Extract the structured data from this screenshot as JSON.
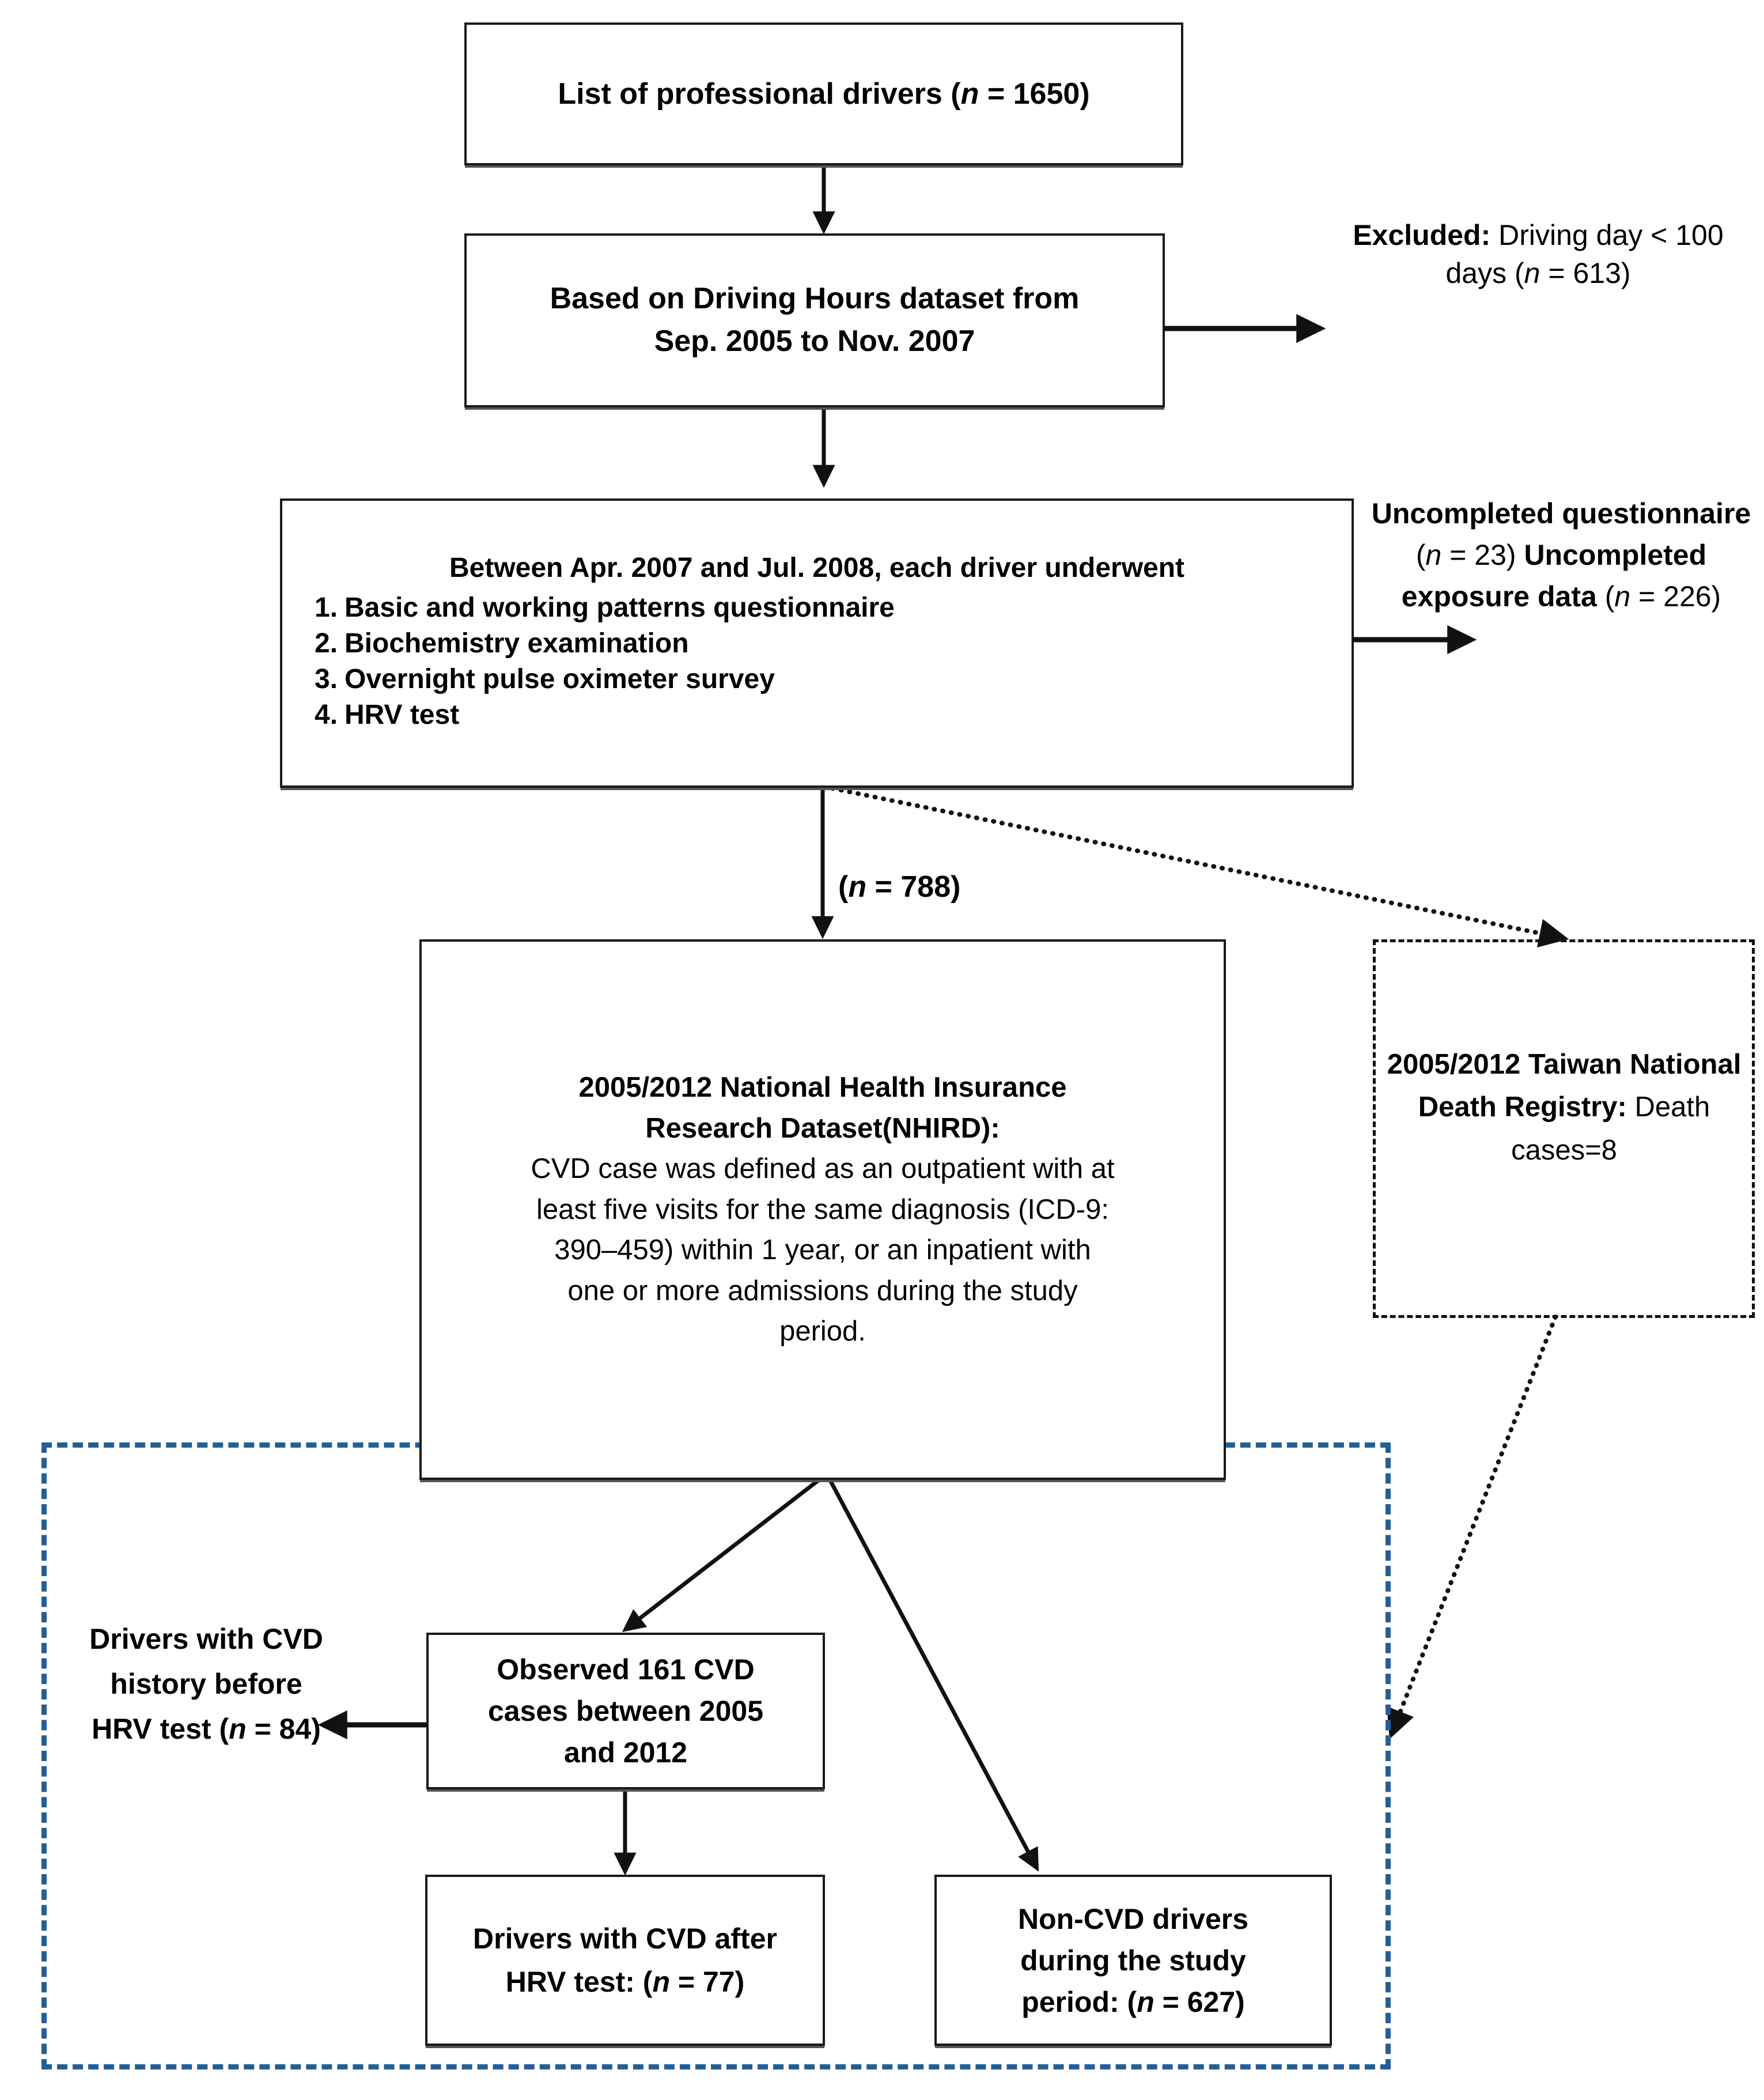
{
  "figure": {
    "type": "study-flow-diagram",
    "accent_blue": "#1f6099",
    "line_color": "#111111"
  },
  "nodes": {
    "drivers_list": {
      "text": "List of professional drivers (n = 1650)",
      "pre": "List of professional drivers (",
      "ital": "n",
      "post": " = 1650)"
    },
    "driving_hours": {
      "line1": "Based on Driving Hours dataset from",
      "line2": "Sep. 2005 to Nov. 2007"
    },
    "examinations": {
      "heading": "Between Apr. 2007 and Jul. 2008, each driver underwent",
      "items": [
        {
          "num": "1.",
          "label": "Basic and working patterns questionnaire"
        },
        {
          "num": "2.",
          "label": "Biochemistry examination"
        },
        {
          "num": "3.",
          "label": "Overnight pulse oximeter survey"
        },
        {
          "num": "4.",
          "label": "HRV test"
        }
      ]
    },
    "nhird": {
      "title_line1": "2005/2012 National Health Insurance",
      "title_line2": "Research Dataset(NHIRD):",
      "body_line1": "CVD case was defined as an outpatient with at",
      "body_line2": "least five visits for the same diagnosis (ICD-9:",
      "body_line3": "390–459) within 1 year, or an inpatient with",
      "body_line4": "one or more admissions during the study",
      "body_line5": "period."
    },
    "death_registry": {
      "title_line1": "2005/2012 Taiwan",
      "title_line2": "National Death",
      "title_line3": "Registry:",
      "body": "Death cases=8"
    },
    "observed_cvd": {
      "line1": "Observed 161 CVD",
      "line2": "cases between 2005",
      "line3": "and 2012"
    },
    "cvd_after_hrv": {
      "line1": "Drivers with CVD after",
      "line2_pre": "HRV test: (",
      "line2_ital": "n",
      "line2_post": " = 77)"
    },
    "non_cvd": {
      "line1": "Non-CVD drivers",
      "line2": "during the study",
      "line3_pre": "period: (",
      "line3_ital": "n",
      "line3_post": " = 627)"
    }
  },
  "annotations": {
    "excluded": {
      "title": "Excluded:",
      "line2": "Driving day < 100 days",
      "line3_pre": "(",
      "line3_ital": "n",
      "line3_post": " = 613)"
    },
    "uncompleted": {
      "q_line1": "Uncompleted",
      "q_line2": "questionnaire",
      "q_count_pre": "(",
      "q_count_ital": "n",
      "q_count_post": " = 23)",
      "e_line1": "Uncompleted",
      "e_line2": "exposure data",
      "e_count_pre": "(",
      "e_count_ital": "n",
      "e_count_post": " = 226)"
    },
    "n788": {
      "pre": "(",
      "ital": "n",
      "post": " = 788)"
    },
    "cvd_history": {
      "line1": "Drivers with",
      "line2": "CVD history",
      "line3": "before HRV",
      "line4_pre": "test (",
      "line4_ital": "n",
      "line4_post": " = 84)"
    }
  }
}
